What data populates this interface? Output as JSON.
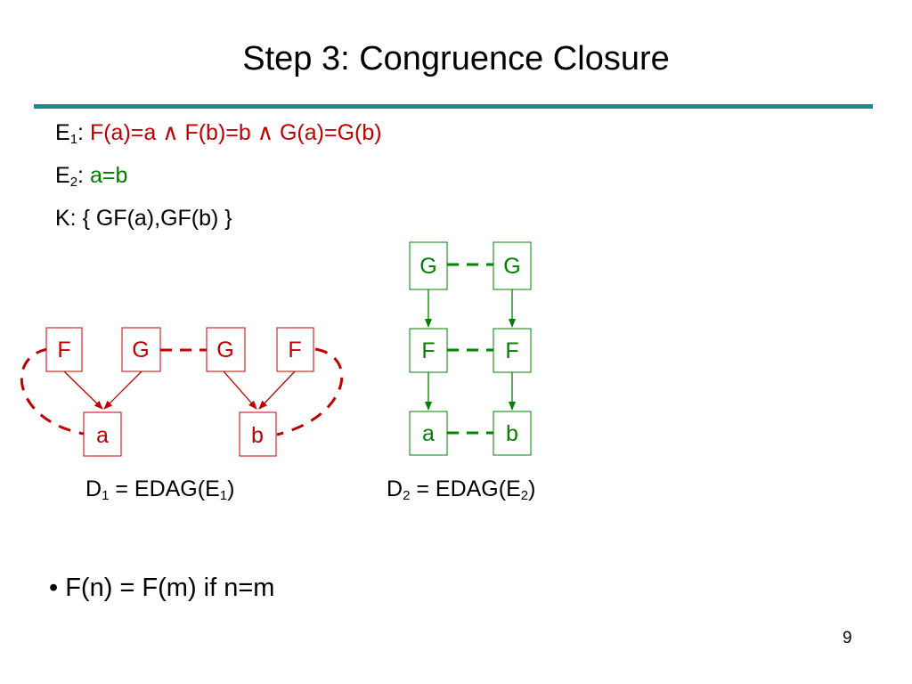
{
  "slide": {
    "title": "Step 3: Congruence Closure",
    "e1": {
      "prefix": "E",
      "sub": "1",
      "colon": ": ",
      "formula": "F(a)=a ∧ F(b)=b ∧ G(a)=G(b)"
    },
    "e2": {
      "prefix": "E",
      "sub": "2",
      "colon": ": ",
      "formula": "a=b"
    },
    "k": {
      "text": "K: { GF(a),GF(b) }"
    },
    "bullet": "• F(n) = F(m) if n=m",
    "page_number": "9"
  },
  "diagram1": {
    "color": "#c00000",
    "nodes": [
      "F",
      "G",
      "G",
      "F",
      "a",
      "b"
    ],
    "caption": {
      "pre": "D",
      "sub1": "1",
      "mid": " = EDAG(E",
      "sub2": "1",
      "post": ")"
    }
  },
  "diagram2": {
    "color": "#008000",
    "nodes": [
      "G",
      "G",
      "F",
      "F",
      "a",
      "b"
    ],
    "caption": {
      "pre": "D",
      "sub1": "2",
      "mid": " = EDAG(E",
      "sub2": "2",
      "post": ")"
    }
  },
  "colors": {
    "accent_rule": "#1b8a8a",
    "red": "#c00000",
    "green": "#008000"
  }
}
